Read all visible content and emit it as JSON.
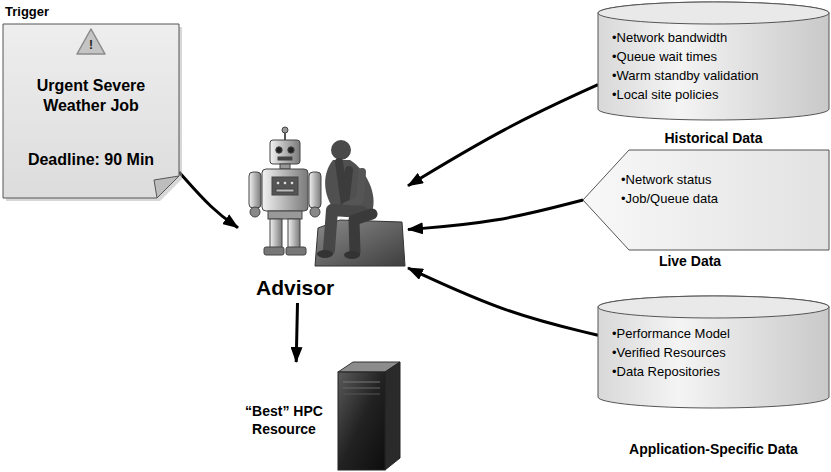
{
  "diagram": {
    "nodes": [
      {
        "text": [
          "Trigger",
          "Urgent Severe Weather Job",
          "Deadline: 90 Min"
        ]
      },
      {
        "text": [
          "•Network bandwidth",
          "•Queue wait times",
          "•Warm standby validation",
          "•Local site policies",
          "Historical Data"
        ]
      },
      {
        "text": [
          "•Network status",
          "•Job/Queue data",
          "Live Data"
        ]
      },
      {
        "text": [
          "•Performance Model",
          "•Verified Resources",
          "•Data Repositories",
          "Application-Specific Data"
        ]
      },
      {
        "text": [
          "Advisor"
        ]
      },
      {
        "text": [
          "“Best” HPC Resource"
        ]
      }
    ],
    "edges": [
      {
        "from": 0,
        "to": 4,
        "arrow": "to"
      },
      {
        "from": 1,
        "to": 4,
        "arrow": "to"
      },
      {
        "from": 2,
        "to": 4,
        "arrow": "to"
      },
      {
        "from": 3,
        "to": 4,
        "arrow": "to"
      },
      {
        "from": 4,
        "to": 5,
        "arrow": "to"
      }
    ],
    "labels": [
      "!"
    ]
  }
}
